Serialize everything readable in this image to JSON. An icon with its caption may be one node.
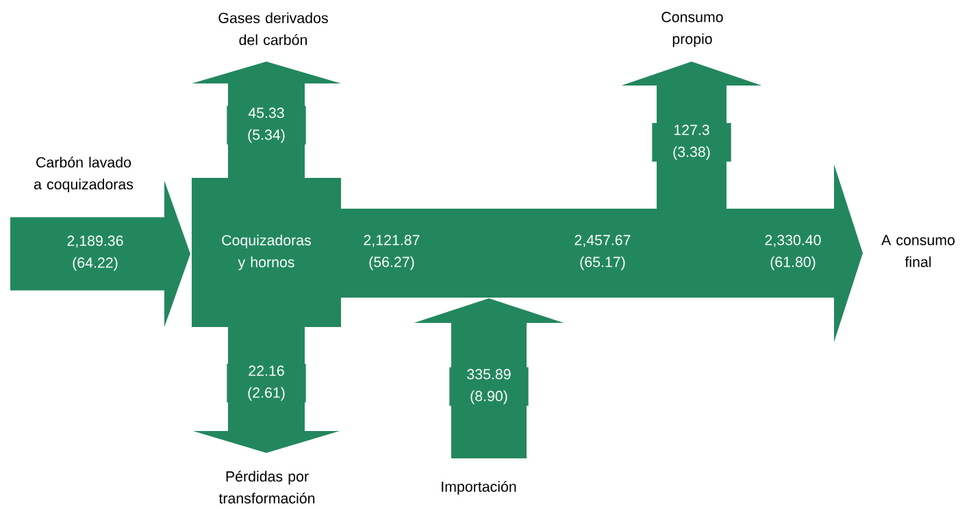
{
  "diagram": {
    "nodes": [
      {
        "text": [
          "Carbón lavado a coquizadoras"
        ]
      },
      {
        "text": [
          "Coquizadoras y hornos"
        ]
      },
      {
        "text": [
          "Gases derivados del carbón"
        ]
      },
      {
        "text": [
          "Pérdidas por transformación"
        ]
      },
      {
        "text": [
          "Importación"
        ]
      },
      {
        "text": [
          "Consumo propio"
        ]
      },
      {
        "text": [
          "A consumo final"
        ]
      }
    ],
    "edges": [
      {
        "from": 0,
        "to": 1,
        "arrow": "to",
        "label": "2,189.36 (64.22)"
      },
      {
        "from": 1,
        "to": 2,
        "arrow": "to",
        "label": "45.33 (5.34)"
      },
      {
        "from": 1,
        "to": 3,
        "arrow": "to",
        "label": "22.16 (2.61)"
      },
      {
        "from": 1,
        "to": 6,
        "arrow": "to",
        "label": "2,457.67 (65.17)"
      },
      {
        "from": 4,
        "to": null,
        "arrow": "to",
        "label": "335.89 (8.90)"
      },
      {
        "from": null,
        "to": 5,
        "arrow": "to",
        "label": "127.3 (3.38)"
      }
    ],
    "labels": [
      "2,121.87 (56.27)",
      "2,330.40 (61.80)"
    ]
  }
}
